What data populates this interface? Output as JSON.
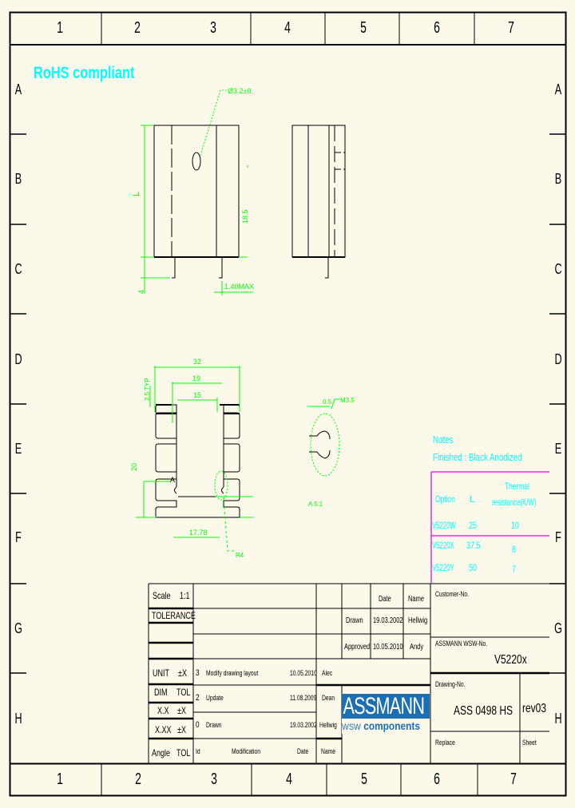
{
  "document": {
    "type": "technical-drawing",
    "header_note": "RoHS compliant",
    "colors": {
      "background": "#fcf8ea",
      "border": "#000000",
      "annotation_cyan": "#00ffff",
      "dimension_green": "#00ff00",
      "table_magenta": "#e000e0",
      "logo_blue": "#1c6fb0"
    }
  },
  "frame": {
    "columns_top": [
      "1",
      "2",
      "3",
      "4",
      "5",
      "6",
      "7"
    ],
    "columns_bottom": [
      "1",
      "2",
      "3",
      "4",
      "5",
      "6",
      "7"
    ],
    "rows_left": [
      "A",
      "B",
      "C",
      "D",
      "E",
      "F",
      "G",
      "H"
    ],
    "rows_right": [
      "A",
      "B",
      "C",
      "D",
      "E",
      "F",
      "G",
      "H"
    ]
  },
  "drawing": {
    "front_view": {
      "hole_dim": "Ø3.2±0.",
      "height_label": "L",
      "inner_dim": "18.5",
      "pin_dim": "1.40MAX",
      "bottom_dim": "4"
    },
    "profile_view": {
      "width_32": "32",
      "width_19": "19",
      "width_15": "15",
      "fin_label": "2.5 TYP",
      "height_20": "20",
      "bottom_17": "17.78",
      "detail_ref": "A",
      "leader_label": "R4"
    },
    "detail_view": {
      "radius_label": "0.5",
      "thread_label": "M3.5",
      "scale_label": "A 5:1"
    }
  },
  "notes": {
    "title": "Notes",
    "finish": "Finished : Black Anodized",
    "table": {
      "headers": [
        "Option",
        "L",
        "Thermal resistance(K/W)"
      ],
      "header_thermal_line1": "Thermal",
      "header_thermal_line2": "resistance(K/W)",
      "rows": [
        {
          "option": "V5220W",
          "l": "25",
          "thermal": "10"
        },
        {
          "option": "V5220X",
          "l": "37.5",
          "thermal": "8"
        },
        {
          "option": "V5220Y",
          "l": "50",
          "thermal": "7"
        }
      ]
    }
  },
  "title_block": {
    "scale_label": "Scale",
    "scale_value": "1:1",
    "tolerance_label": "TOLERANCE",
    "date_header": "Date",
    "name_header": "Name",
    "drawn_label": "Drawn",
    "drawn_date": "19.03.2002",
    "drawn_name": "Hellwig",
    "approved_label": "Approved",
    "approved_date": "10.05.2010",
    "approved_name": "Andy",
    "tol_table": [
      {
        "a": "UNIT",
        "b": "±X"
      },
      {
        "a": "DIM",
        "b": "TOL"
      },
      {
        "a": "X.X",
        "b": "±X"
      },
      {
        "a": "X.XX",
        "b": "±X"
      },
      {
        "a": "Angle",
        "b": "TOL"
      }
    ],
    "revisions": [
      {
        "id": "3",
        "modification": "Modify drawing layout",
        "date": "10.05.2010",
        "name": "Alec"
      },
      {
        "id": "2",
        "modification": "Update",
        "date": "11.08.2009",
        "name": "Dean"
      },
      {
        "id": "0",
        "modification": "Drawn",
        "date": "19.03.2002",
        "name": "Hellwig"
      }
    ],
    "rev_headers": {
      "id": "Id",
      "modification": "Modification",
      "date": "Date",
      "name": "Name"
    },
    "customer_no_label": "Customer-No.",
    "assmann_no_label": "ASSMANN WSW-No.",
    "assmann_no_value": "V5220x",
    "drawing_no_label": "Drawing-No.",
    "drawing_no_value": "ASS 0498 HS",
    "revision": "rev03",
    "replace_label": "Replace",
    "sheet_label": "Sheet",
    "logo_main": "ASSMANN",
    "logo_sub_prefix": "WSW",
    "logo_sub": "components"
  }
}
